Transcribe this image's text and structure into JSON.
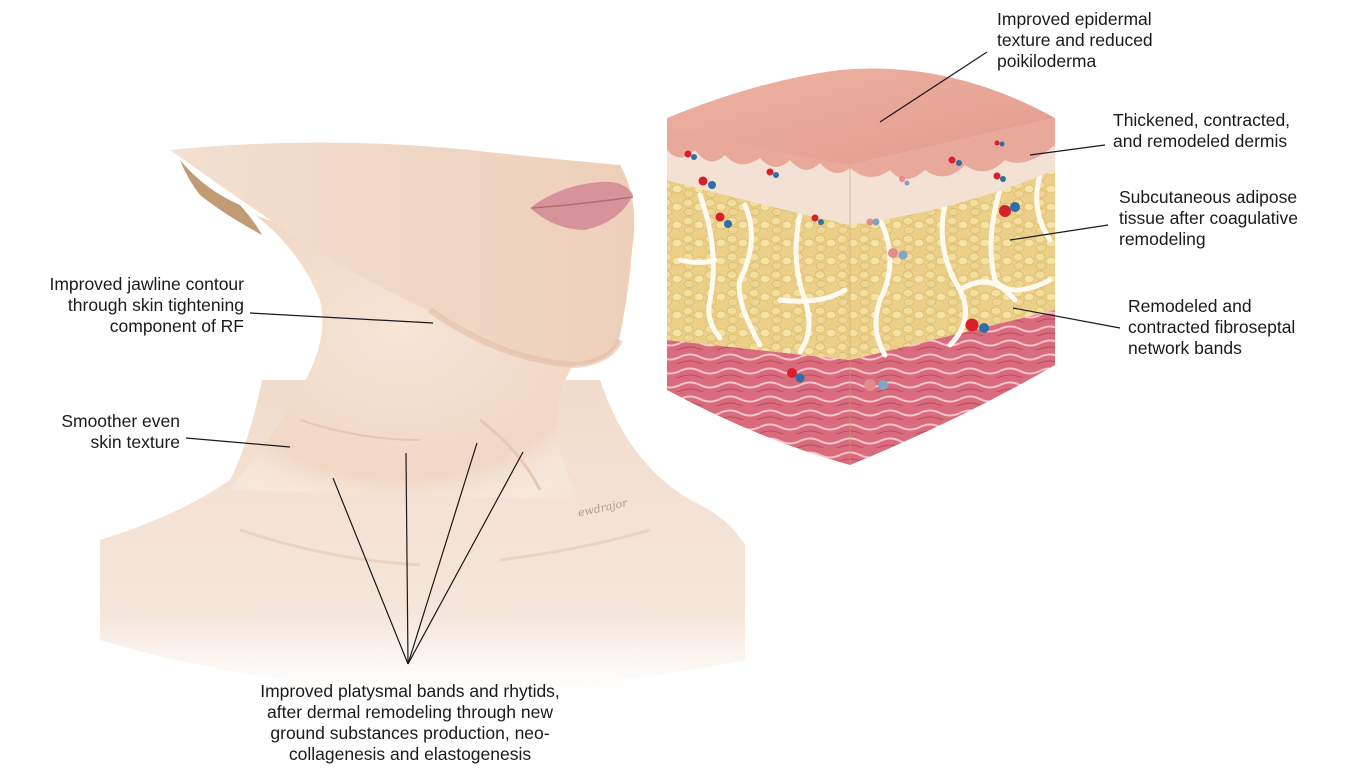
{
  "labels": {
    "epidermis": [
      "Improved epidermal",
      "texture and reduced",
      "poikiloderma"
    ],
    "dermis": [
      "Thickened, contracted,",
      "and remodeled dermis"
    ],
    "adipose": [
      "Subcutaneous adipose",
      "tissue after coagulative",
      "remodeling"
    ],
    "fibroseptal": [
      "Remodeled and",
      "contracted fibroseptal",
      "network bands"
    ],
    "jawline": [
      "Improved jawline contour",
      "through skin tightening",
      "component of RF"
    ],
    "smoother": [
      "Smoother even",
      "skin texture"
    ],
    "platysmal": [
      "Improved platysmal bands and rhytids,",
      "after dermal remodeling through new",
      "ground substances production, neo-",
      "collagenesis and elastogenesis"
    ]
  },
  "signature": "ewdrajor",
  "colors": {
    "skin": "#f2dccb",
    "epidermis": "#e9a99a",
    "dermis": "#f3e1d3",
    "adipose": "#ecd089",
    "septa": "#fffaf0",
    "muscle": "#d96b7c",
    "vessel_red": "#d8202c",
    "vessel_blue": "#2d6fa8",
    "leader": "#1a1a1a"
  }
}
